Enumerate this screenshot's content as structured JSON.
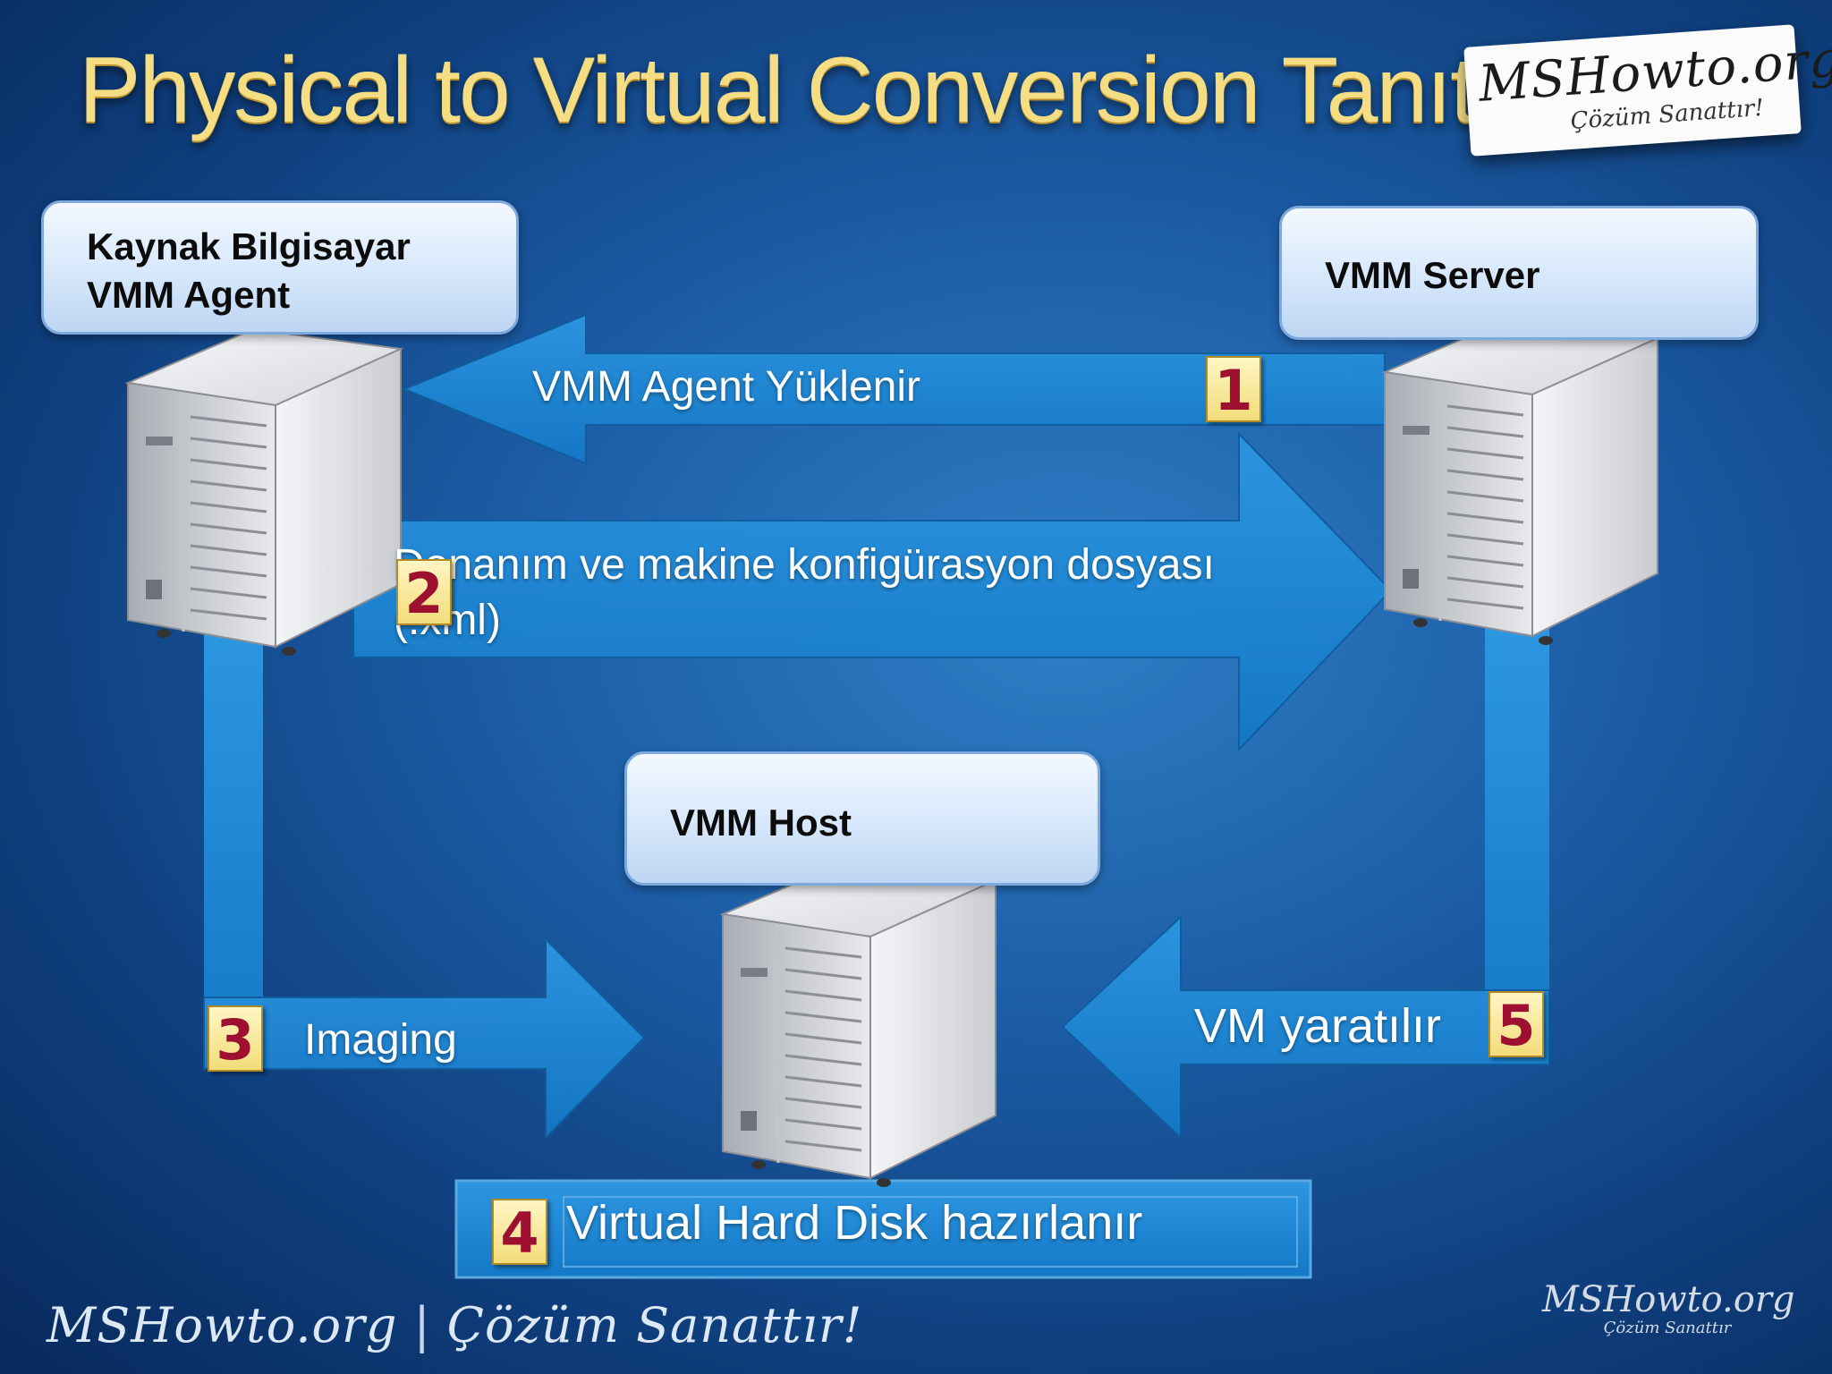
{
  "slide": {
    "title": "Physical to Virtual Conversion Tanıtımı"
  },
  "brand_stamp": {
    "main": "MSHowto.org",
    "sub": "Çözüm Sanattır!"
  },
  "nodes": {
    "source": {
      "line1": "Kaynak Bilgisayar",
      "line2": "VMM Agent"
    },
    "server": {
      "label": "VMM Server"
    },
    "host": {
      "label": "VMM Host"
    }
  },
  "steps": [
    {
      "number": "1",
      "label": "VMM Agent Yüklenir"
    },
    {
      "number": "2",
      "label_line1": "Donanım ve makine konfigürasyon dosyası",
      "label_line2": "(.xml)"
    },
    {
      "number": "3",
      "label": "Imaging"
    },
    {
      "number": "4",
      "label": "Virtual Hard Disk hazırlanır"
    },
    {
      "number": "5",
      "label": "VM yaratılır"
    }
  ],
  "footer": {
    "left_brand": "MSHowto.org",
    "left_slogan": "Çözüm Sanattır!",
    "right_brand": "MSHowto.org",
    "right_slogan": "Çözüm Sanattır"
  },
  "colors": {
    "background": "#1d5fa8",
    "arrow": "#1a86d6",
    "title": "#f4dd82",
    "node_box": "#d6e7fb",
    "step_badge": "#f2dc7a",
    "step_number": "#9e1030"
  }
}
